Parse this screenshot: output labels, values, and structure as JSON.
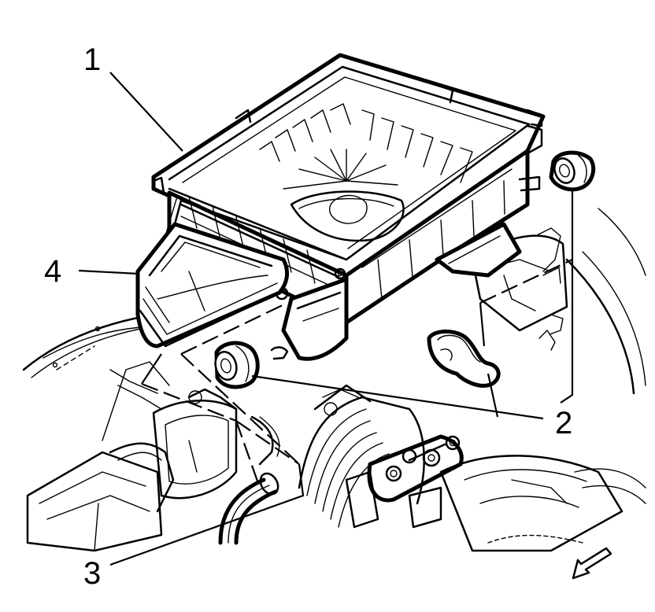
{
  "callouts": {
    "c1": "1",
    "c2": "2",
    "c3": "3",
    "c4": "4"
  },
  "icons": {
    "direction": "front-direction-arrow-icon"
  }
}
